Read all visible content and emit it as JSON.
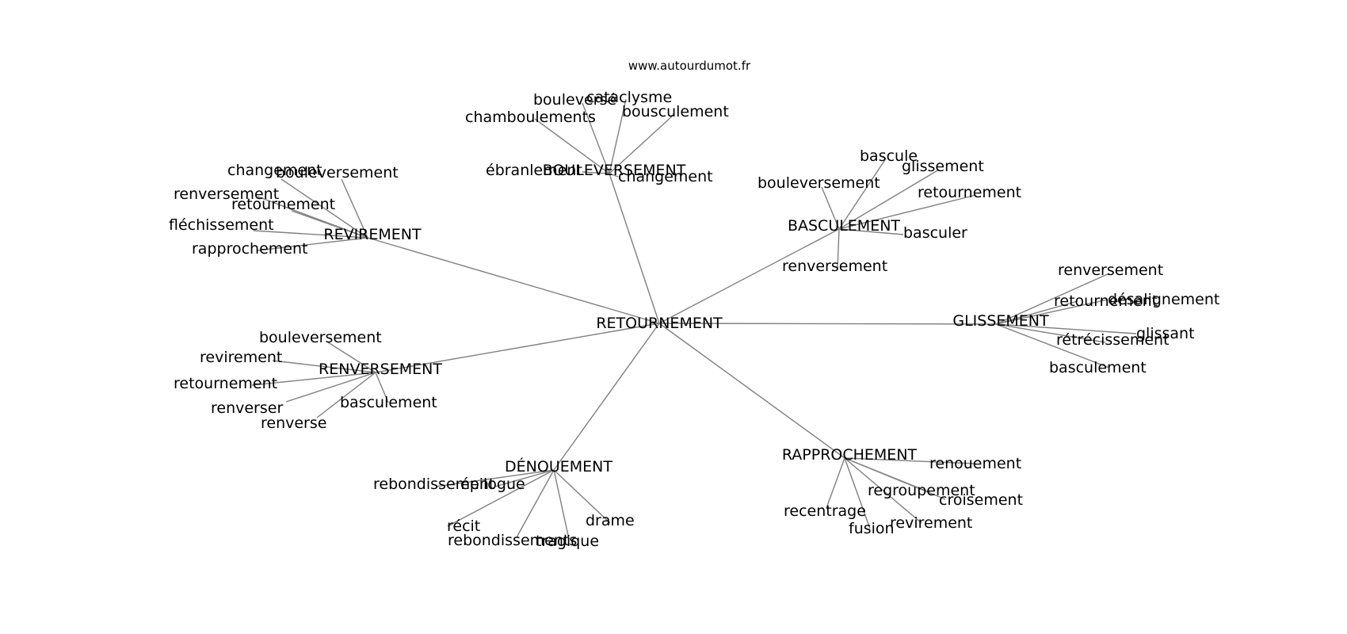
{
  "source": "www.autourdumot.fr",
  "center": "RETOURNEMENT",
  "hubs": [
    {
      "id": "bouleversement",
      "label": "BOULEVERSEMENT",
      "leaves": [
        "bouleversé",
        "cataclysme",
        "bousculement",
        "chamboulements",
        "ébranlement",
        "changement"
      ]
    },
    {
      "id": "basculement",
      "label": "BASCULEMENT",
      "leaves": [
        "bascule",
        "glissement",
        "bouleversement",
        "retournement",
        "basculer",
        "renversement"
      ]
    },
    {
      "id": "revirement",
      "label": "REVIREMENT",
      "leaves": [
        "changement",
        "bouleversement",
        "renversement",
        "retournement",
        "fléchissement",
        "rapprochement"
      ]
    },
    {
      "id": "glissement",
      "label": "GLISSEMENT",
      "leaves": [
        "renversement",
        "retournement",
        "désalignement",
        "glissant",
        "rétrécissement",
        "basculement"
      ]
    },
    {
      "id": "renversement",
      "label": "RENVERSEMENT",
      "leaves": [
        "bouleversement",
        "revirement",
        "retournement",
        "renverser",
        "renverse",
        "basculement"
      ]
    },
    {
      "id": "denouement",
      "label": "DÉNOUEMENT",
      "leaves": [
        "rebondissement",
        "épilogue",
        "récit",
        "rebondissements",
        "tragique",
        "drame"
      ]
    },
    {
      "id": "rapprochement",
      "label": "RAPPROCHEMENT",
      "leaves": [
        "renouement",
        "regroupement",
        "croisement",
        "recentrage",
        "fusion",
        "revirement"
      ]
    }
  ]
}
